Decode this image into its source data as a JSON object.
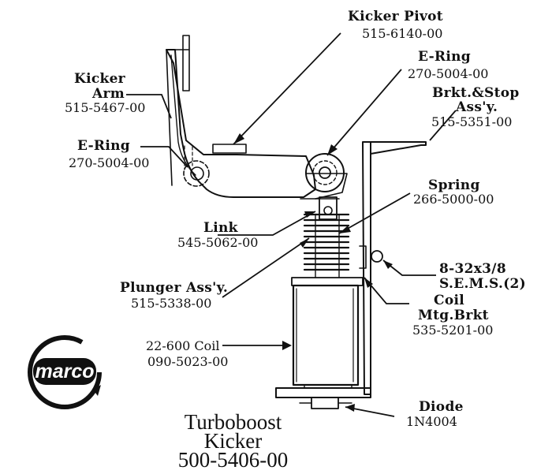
{
  "parts": {
    "kicker_pivot": {
      "name": "Kicker Pivot",
      "number": "515-6140-00"
    },
    "e_ring_top": {
      "name": "E-Ring",
      "number": "270-5004-00"
    },
    "kicker_arm": {
      "name_line1": "Kicker",
      "name_line2": "Arm",
      "number": "515-5467-00"
    },
    "brkt_stop": {
      "name_line1": "Brkt.&Stop",
      "name_line2": "Ass'y.",
      "number": "515-5351-00"
    },
    "e_ring_left": {
      "name": "E-Ring",
      "number": "270-5004-00"
    },
    "spring": {
      "name": "Spring",
      "number": "266-5000-00"
    },
    "link": {
      "name": "Link",
      "number": "545-5062-00"
    },
    "screw": {
      "name": "8-32x3/8",
      "number": "S.E.M.S.(2)"
    },
    "plunger": {
      "name": "Plunger Ass'y.",
      "number": "515-5338-00"
    },
    "coil_mtg": {
      "name_line1": "Coil",
      "name_line2": "Mtg.Brkt",
      "number": "535-5201-00"
    },
    "coil": {
      "name": "22-600 Coil",
      "number": "090-5023-00"
    },
    "diode": {
      "name": "Diode",
      "number": "1N4004"
    }
  },
  "title": {
    "line1": "Turboboost",
    "line2": "Kicker",
    "line3": "500-5406-00"
  },
  "logo": {
    "text": "marco"
  }
}
